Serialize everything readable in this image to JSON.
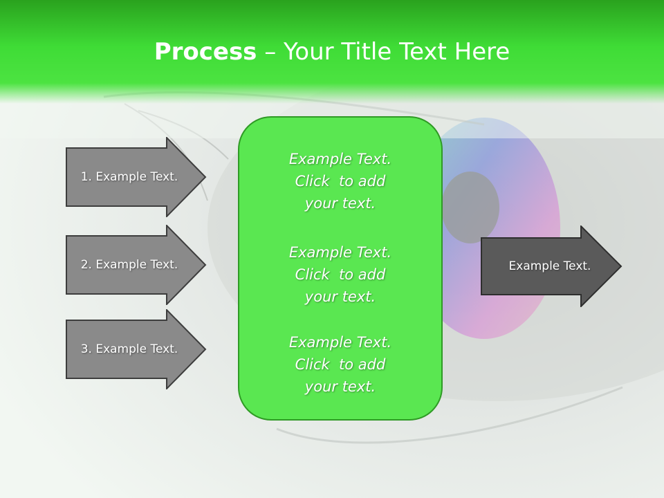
{
  "slide": {
    "title_bold": "Process",
    "title_rest": " – Your Title Text Here",
    "colors": {
      "header_green": "#3fdc36",
      "box_green": "#5ae751",
      "arrow_gray": "#8a8a8a",
      "arrow_dark": "#5a5a5a"
    }
  },
  "left_arrows": [
    {
      "label": "1. Example Text."
    },
    {
      "label": "2. Example Text."
    },
    {
      "label": "3. Example Text."
    }
  ],
  "center_box": {
    "blocks": [
      {
        "lines": [
          "Example Text.",
          "Click  to add",
          "your text."
        ]
      },
      {
        "lines": [
          "Example Text.",
          "Click  to add",
          "your text."
        ]
      },
      {
        "lines": [
          "Example Text.",
          "Click  to add",
          "your text."
        ]
      }
    ]
  },
  "right_arrow": {
    "label": "Example Text."
  }
}
